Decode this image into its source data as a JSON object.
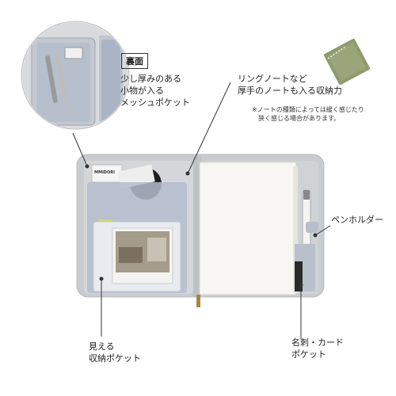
{
  "callouts": {
    "back_badge": "裏面",
    "back_lines": [
      "少し厚みのある",
      "小物が入る",
      "メッシュポケット"
    ],
    "ring_lines": [
      "リングノートなど",
      "厚手のノートも入る収納力"
    ],
    "ring_note_lines": [
      "※ノートの種類によっては緩く感じたり",
      "狭く感じる場合があります。"
    ],
    "pen_holder": "ペンホルダー",
    "visible_pocket_lines": [
      "見える",
      "収納ポケット"
    ],
    "card_pocket_lines": [
      "名刺・カード",
      "ポケット"
    ]
  },
  "card_text": "MMIDORI",
  "colors": {
    "case_gray": "#c9ccce",
    "case_border": "#b8bbbe",
    "mesh_blue": "#b4bccc",
    "paper": "#f7f6f2",
    "notebook_green": "#8e9a6c",
    "elastic_yellow": "#d8d86a",
    "leader_line": "#333333"
  },
  "icons": [
    "magnifier-circle",
    "ring-notebook-icon",
    "pen-icon"
  ]
}
